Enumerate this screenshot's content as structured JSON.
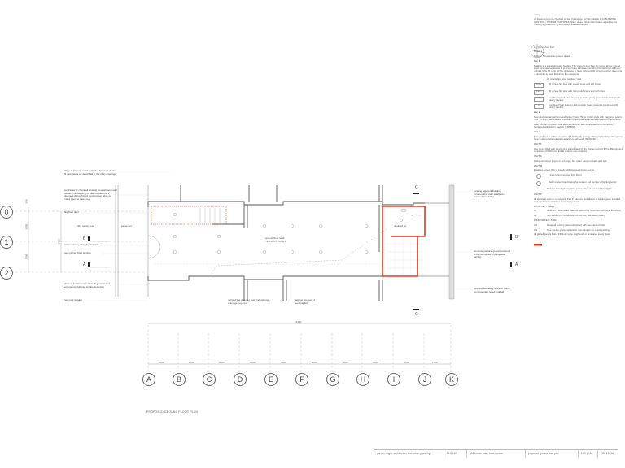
{
  "drawing": {
    "title": "PROPOSED GROUND FLOOR PLAN",
    "accent_color": "#e2381f",
    "line_color": "#555555"
  },
  "title_block": {
    "architect": "gordon ringler architecture and urban planning",
    "date": "10.03.10",
    "address": "464 roman road, bow, london",
    "sheet_title": "proposed ground floor plan",
    "scale": "1:50 @ A1",
    "drawing_number": "ERL 1003A"
  },
  "grid": {
    "columns": [
      "A",
      "B",
      "C",
      "D",
      "E",
      "F",
      "G",
      "H",
      "I",
      "J",
      "K"
    ],
    "rows": [
      "0",
      "1",
      "2"
    ],
    "overall_dimension": "19100",
    "column_spacings": [
      "2000",
      "2000",
      "2000",
      "2000",
      "2000",
      "2000",
      "2000",
      "2000",
      "2000",
      "1700"
    ],
    "row_spacings": [
      "3000",
      "3000"
    ],
    "row_overall": "6150",
    "row_top_offset": "350"
  },
  "rooms": {
    "shop": "464 roman road",
    "pavement": "pavement",
    "ground_floor_retail": "ground floor retail",
    "ground_floor_area": "79.0 sqm / 750sq ft",
    "disabled_wc": "disabled wc",
    "store": "store"
  },
  "section_markers": [
    "A",
    "B",
    "C"
  ],
  "annotations_left": [
    "allow to remove existing shutter box and shutter, fit new fascia as described in the ebay drawings",
    "contractor to check all existing compartment wall details, fire stopping to meet regulations if deemed of insufficient construction allow to make good to meet regs",
    "fire front door",
    "retain existing shop front facade",
    "new glazed front window",
    "allow to install new surface fit general and emergency lighting, smoke detectors",
    "new rear garden"
  ],
  "annotations_bottom": [
    "defined line denotes new underground drainage required",
    "approx position of existing bin"
  ],
  "annotations_right": [
    "existing adjacent building, incorporating stair to adjacent residential building",
    "concrete paviors, gravel preferred to be connected to party wall garden",
    "new line boundary fence to match, concrete stair noted roof fall"
  ],
  "notes": {
    "heading": "notes:",
    "general": "all dimensions to be checked on site. the purpose of this drawing is for BUILDING CONTROL / TENDER PURPOSES ONLY. please obtain information regarding this drawing to position of lights, sockets and switches etc.",
    "key_plan": "key plan to first floor",
    "sections": [
      {
        "heading": "BUILT 1",
        "text": "Refer to Structural Engineers details"
      },
      {
        "heading": "Part B",
        "text": "Building is a single domestic building. The storey is less than 11 metres above ground level. One stair landscape fit to of a private staircase / corridor. Compartment of floors / ceilings to be 60 mins. All fire protection to have minimum 30 mins protection. Elements of structure to have 30 minute fire resistance."
      },
      {
        "heading": "",
        "text": "Main fire alarm system, heat alarms to kitchen and smoke alarms to circulation, hardwired with battery backup to BS5839."
      }
    ],
    "legend": [
      {
        "symbol": "dotted-red-line",
        "text": "30 minute fire rated partition / wall"
      },
      {
        "symbol": "FD30s",
        "text": "30 minute fire door with smoke seals and self closer"
      },
      {
        "symbol": "FD30",
        "text": "30 minute fire door with rising butt hinges and self closer"
      },
      {
        "symbol": "S",
        "text": "Combined smoke detector and sounder mains powered interlinked with battery backup"
      },
      {
        "symbol": "H",
        "text": "Combined heat detector and sounder mains powered interlinked with battery backup"
      }
    ],
    "part_e": {
      "heading": "Part E",
      "text": "New stud internal partitions and timber frame 75mm timber studs with staggered sound quilt, 12.5mm plasterboard both sides to achieve Part E sound insulation requirements."
    },
    "part_l": {
      "heading": "Part L",
      "text": "New windows to achieve U-value of 1.8 W/m2K. Energy efficient light fittings throughout. New rendered external wall insulation to achieve 0.35 W/m2K."
    },
    "part_f": {
      "heading": "PART F",
      "text": "Wet rooms fitted with mechanical extract rated 15 l/s. Kitchen extract 30 l/s. Background ventilation of 8000mm2 trickle vents to new windows."
    },
    "part_g": {
      "heading": "PART G",
      "text": "Mains cold water supply to all fittings. Hot water supply to basin and sink."
    },
    "part_m": {
      "heading": "PART M",
      "text": "Disabled access WC to comply with Approved Document M."
    },
    "key_symbols": [
      {
        "symbol": "fixed-light",
        "text": "Fixed ceiling mounted light fitting"
      },
      {
        "symbol": "wall-light",
        "text": "Refer to electrical drawing for location and number of lighting points"
      },
      {
        "symbol": "downlight",
        "text": "Refer to drawing for location and number of recessed downlights"
      }
    ],
    "part_p": {
      "heading": "PART P",
      "text": "All electrical work to comply with Part P. Electrical installation to be designed, installed, inspected and tested by a competent person."
    },
    "doors_heading": "DOOR KEY / SIZES",
    "doors": [
      {
        "code": "D1",
        "text": "2040mm x 926mm EXTERNAL glazed fire rated door with level threshold"
      },
      {
        "code": "D2",
        "text": "926 x 2040 mm INTERNAL FD30s door with vision panel"
      }
    ],
    "windows_heading": "WINDOW KEY / SIZES",
    "windows": [
      {
        "code": "W1",
        "text": "Retained existing glazed shopfront with new painted finish"
      },
      {
        "code": "W2",
        "text": "New double glazed window to rear elevation to match existing"
      }
    ],
    "footer": "All glazed panels below 1500mm to be toughened or laminated safety glass."
  }
}
